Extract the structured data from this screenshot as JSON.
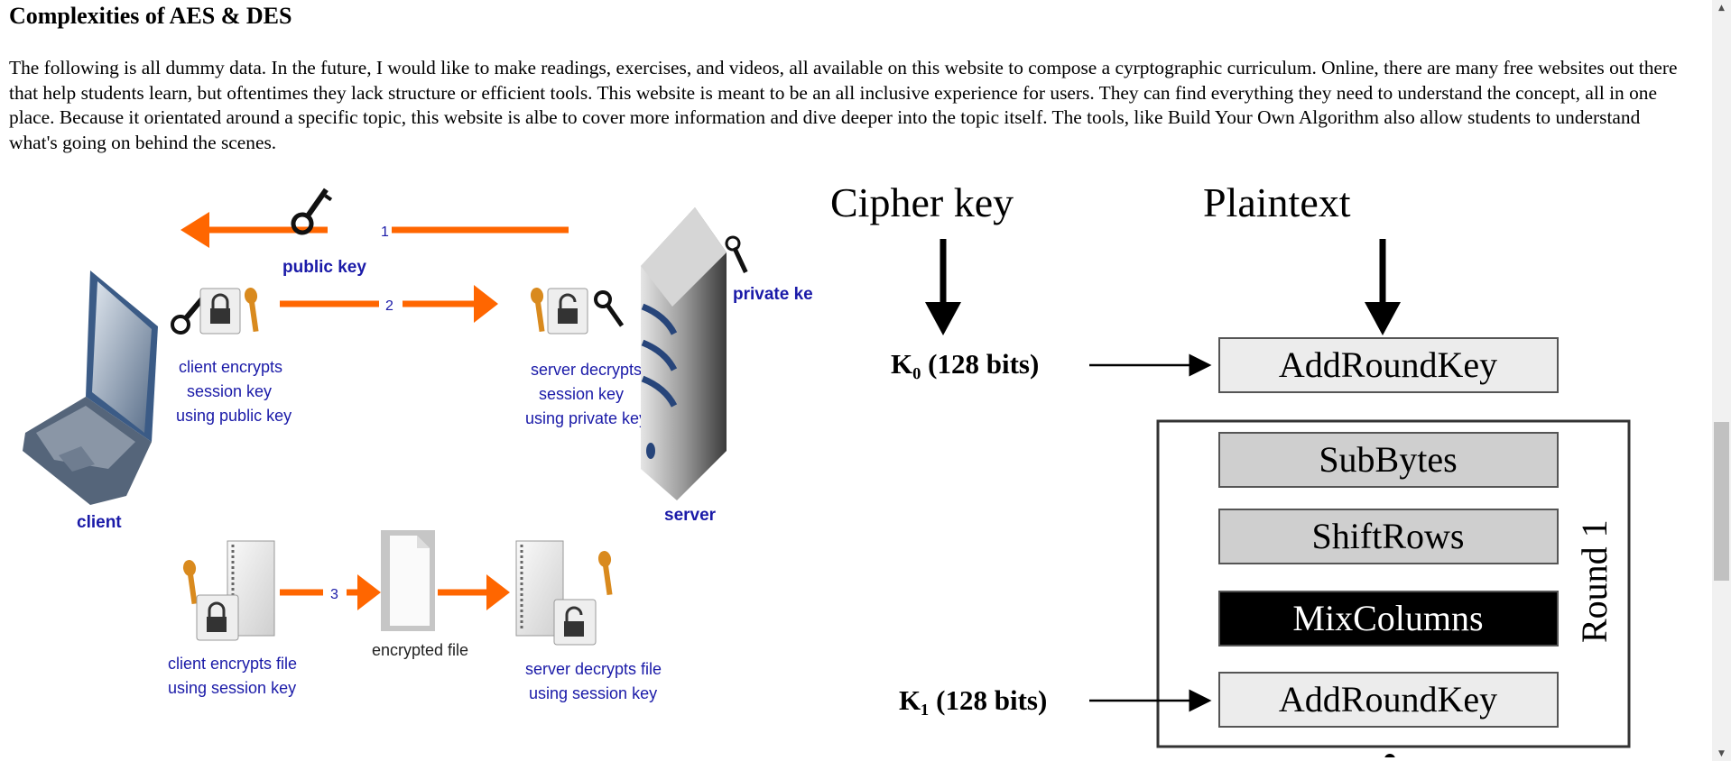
{
  "page": {
    "heading": "Complexities of AES & DES",
    "intro": "The following is all dummy data. In the future, I would like to make readings, exercises, and videos, all available on this website to compose a cyrptographic curriculum. Online, there are many free websites out there that help students learn, but oftentimes they lack structure or efficient tools. This website is meant to be an all inclusive experience for users. They can find everything they need to understand the concept, all in one place. Because it orientated around a specific topic, this website is albe to cover more information and dive deeper into the topic itself. The tools, like Build Your Own Algorithm also allow students to understand what's going on behind the scenes."
  },
  "fig_hybrid": {
    "step1": "1",
    "step2": "2",
    "step3": "3",
    "public_key": "public key",
    "private_key": "private key",
    "client": "client",
    "server": "server",
    "client_encrypts_key": [
      "client encrypts",
      "session key",
      "using public key"
    ],
    "server_decrypts_key": [
      "server decrypts",
      "session key",
      "using private key"
    ],
    "client_encrypts_file": [
      "client encrypts file",
      "using session key"
    ],
    "server_decrypts_file": [
      "server decrypts file",
      "using session key"
    ],
    "encrypted_file": "encrypted file",
    "colors": {
      "arrow": "#ff6600",
      "label": "#1a1aa8",
      "key_gold": "#d98a1e"
    }
  },
  "fig_aes": {
    "cipher_key": "Cipher key",
    "plaintext": "Plaintext",
    "k0": "K₀ (128 bits)",
    "k1": "K₁ (128 bits)",
    "add_round_key": "AddRoundKey",
    "sub_bytes": "SubBytes",
    "shift_rows": "ShiftRows",
    "mix_columns": "MixColumns",
    "add_round_key_2": "AddRoundKey",
    "round_label": "Round 1"
  },
  "scrollbar": {
    "up_icon": "triangle-up",
    "down_icon": "triangle-down"
  }
}
